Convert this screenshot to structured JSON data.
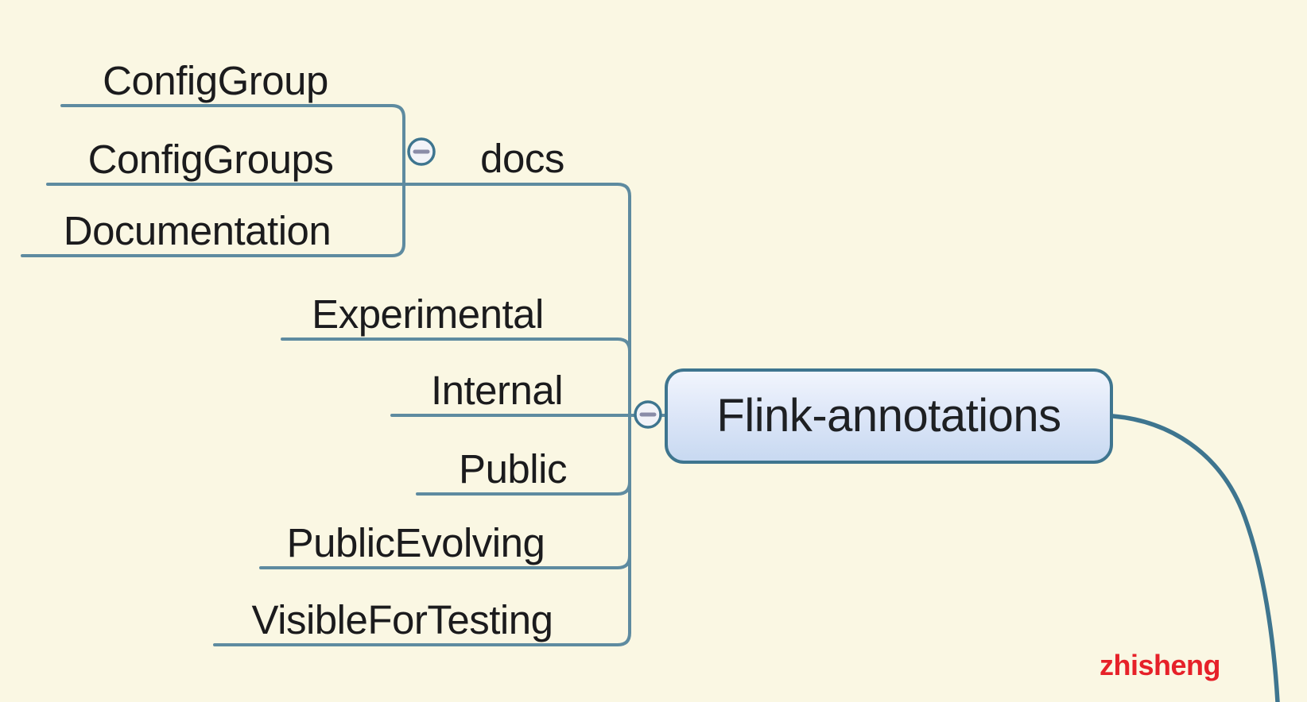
{
  "theme": {
    "background": "#FAF7E3",
    "branch_line_color": "#5E8BA0",
    "strong_line_color": "#3E758F",
    "node_border_color": "#3E758F",
    "node_fill_top": "#F1F5FD",
    "node_fill_bottom": "#C8D9F1",
    "text_color": "#1B1B1D",
    "collapse_circle_fill": "#F2F3F8",
    "collapse_minus_color": "#8A8CA8",
    "watermark_color": "#E62129"
  },
  "central": {
    "label": "Flink-annotations"
  },
  "branches": [
    {
      "label": "docs",
      "children": [
        {
          "label": "ConfigGroup"
        },
        {
          "label": "ConfigGroups"
        },
        {
          "label": "Documentation"
        }
      ]
    },
    {
      "label": "Experimental"
    },
    {
      "label": "Internal"
    },
    {
      "label": "Public"
    },
    {
      "label": "PublicEvolving"
    },
    {
      "label": "VisibleForTesting"
    }
  ],
  "icons": {
    "central_collapse": "minus-icon",
    "docs_collapse": "minus-icon"
  },
  "watermark": {
    "text": "zhisheng"
  }
}
